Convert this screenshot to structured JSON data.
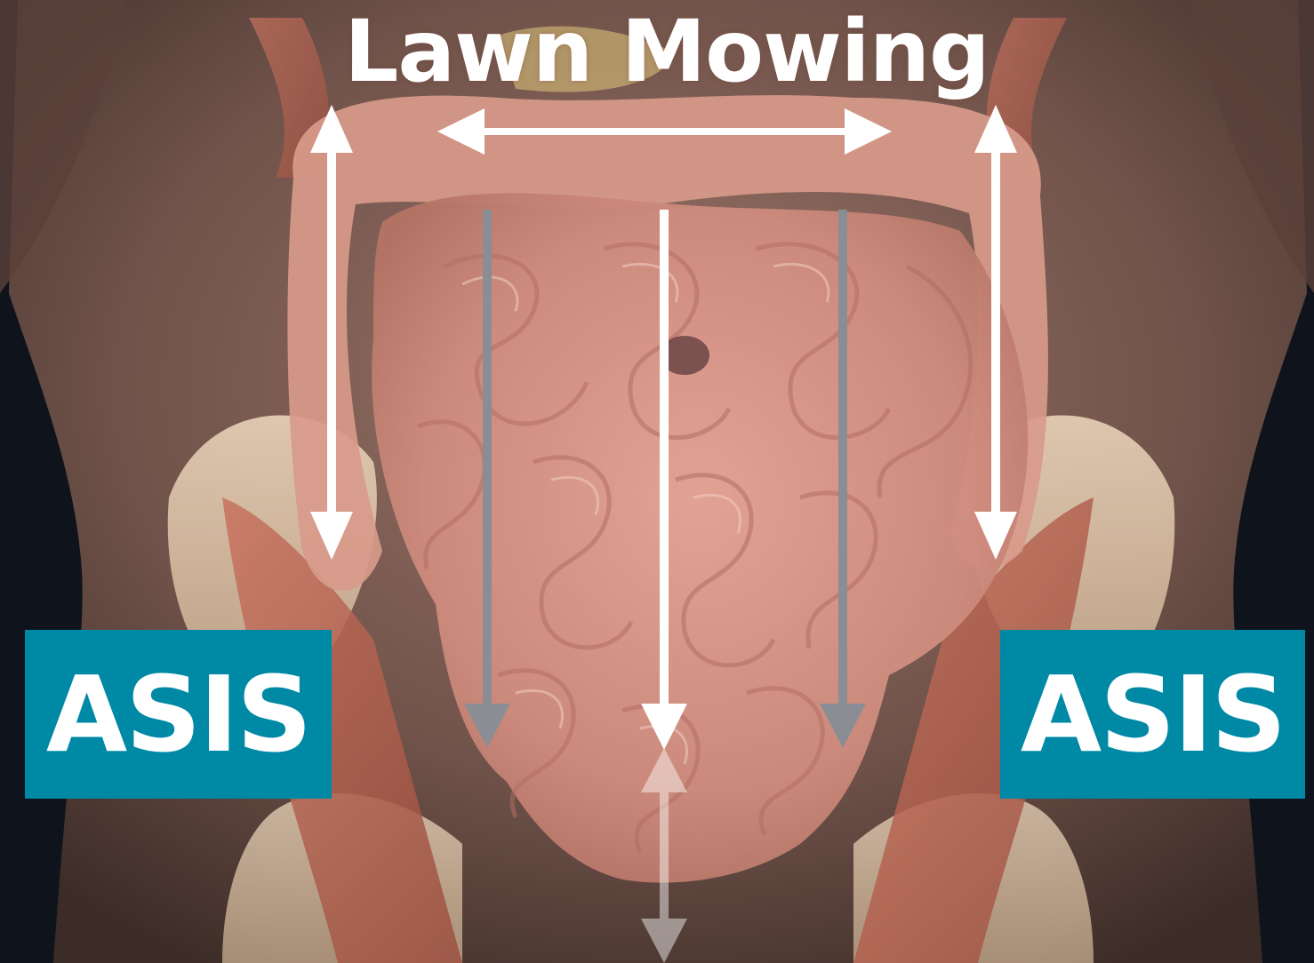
{
  "title": "Lawn Mowing",
  "labels": {
    "left": "ASIS",
    "right": "ASIS"
  },
  "colors": {
    "accent": "#0089a5",
    "arrow_white": "#ffffff",
    "arrow_gray": "#8a8e94",
    "background": "#0f141c"
  },
  "arrows": {
    "horizontal": "double-headed",
    "left_vertical": "double-headed",
    "right_vertical": "double-headed",
    "center_vertical": "down",
    "left_gray": "down",
    "right_gray": "down",
    "bottom_faded": "double-headed"
  },
  "background_image": "abdominal-anatomy-intestines"
}
